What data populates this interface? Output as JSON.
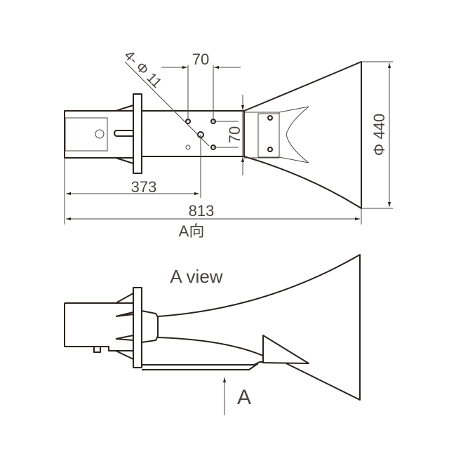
{
  "dimensions": {
    "hole_spacing_h": "70",
    "hole_spacing_v": "70",
    "holes": "4- Φ 11",
    "mouth_diameter": "Φ 440",
    "mount_offset": "373",
    "overall_length": "813"
  },
  "labels": {
    "top_view": "A向",
    "side_view": "A view",
    "arrow": "A"
  }
}
